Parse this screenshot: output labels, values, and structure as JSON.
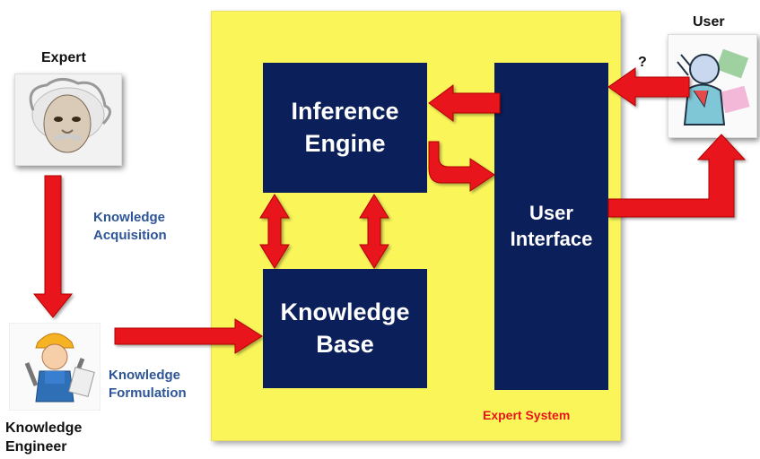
{
  "labels": {
    "expert": "Expert",
    "user": "User",
    "question": "?",
    "knowledge_acquisition": "Knowledge\nAcquisition",
    "knowledge_formulation": "Knowledge\nFormulation",
    "knowledge_engineer": "Knowledge\nEngineer",
    "expert_system": "Expert System"
  },
  "blocks": {
    "inference_engine": "Inference\nEngine",
    "knowledge_base": "Knowledge\nBase",
    "user_interface": "User\nInterface"
  },
  "colors": {
    "system_fill": "#faf65a",
    "block_fill": "#0b1f5a",
    "arrow": "#e8141b",
    "label_blue": "#2e5597",
    "system_label": "#e8141b"
  },
  "icons": {
    "expert": "einstein-portrait-icon",
    "user": "confused-user-icon",
    "engineer": "knowledge-engineer-icon"
  }
}
